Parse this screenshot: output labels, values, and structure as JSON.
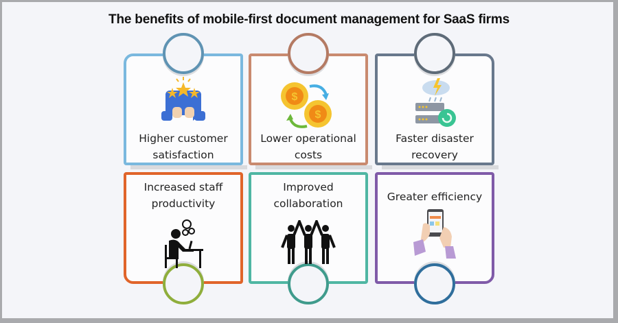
{
  "title": "The benefits of mobile-first document management for SaaS firms",
  "cards": [
    {
      "label_line1": "Higher customer",
      "label_line2": "satisfaction",
      "icon": "thumbs-up-stars-icon",
      "color": "#7ab8de"
    },
    {
      "label_line1": "Lower operational",
      "label_line2": "costs",
      "icon": "dollar-gears-icon",
      "color": "#c98a6f"
    },
    {
      "label_line1": "Faster disaster",
      "label_line2": "recovery",
      "icon": "server-recovery-icon",
      "color": "#68788c"
    },
    {
      "label_line1": "Increased staff",
      "label_line2": "productivity",
      "icon": "worker-at-desk-icon",
      "color": "#e0642a"
    },
    {
      "label_line1": "Improved",
      "label_line2": "collaboration",
      "icon": "team-high-five-icon",
      "color": "#4fb6a3"
    },
    {
      "label_line1": "Greater efficiency",
      "label_line2": "",
      "icon": "hands-holding-phone-icon",
      "color": "#7f5aa8"
    }
  ],
  "colors": {
    "background": "#f4f5f9",
    "frame": "#a9aaad",
    "notch_row1": [
      "#5f93b3",
      "#b47a63",
      "#5e6b78"
    ],
    "notch_row2": [
      "#8fae3c",
      "#3f9b8c",
      "#2f6e9c"
    ]
  }
}
